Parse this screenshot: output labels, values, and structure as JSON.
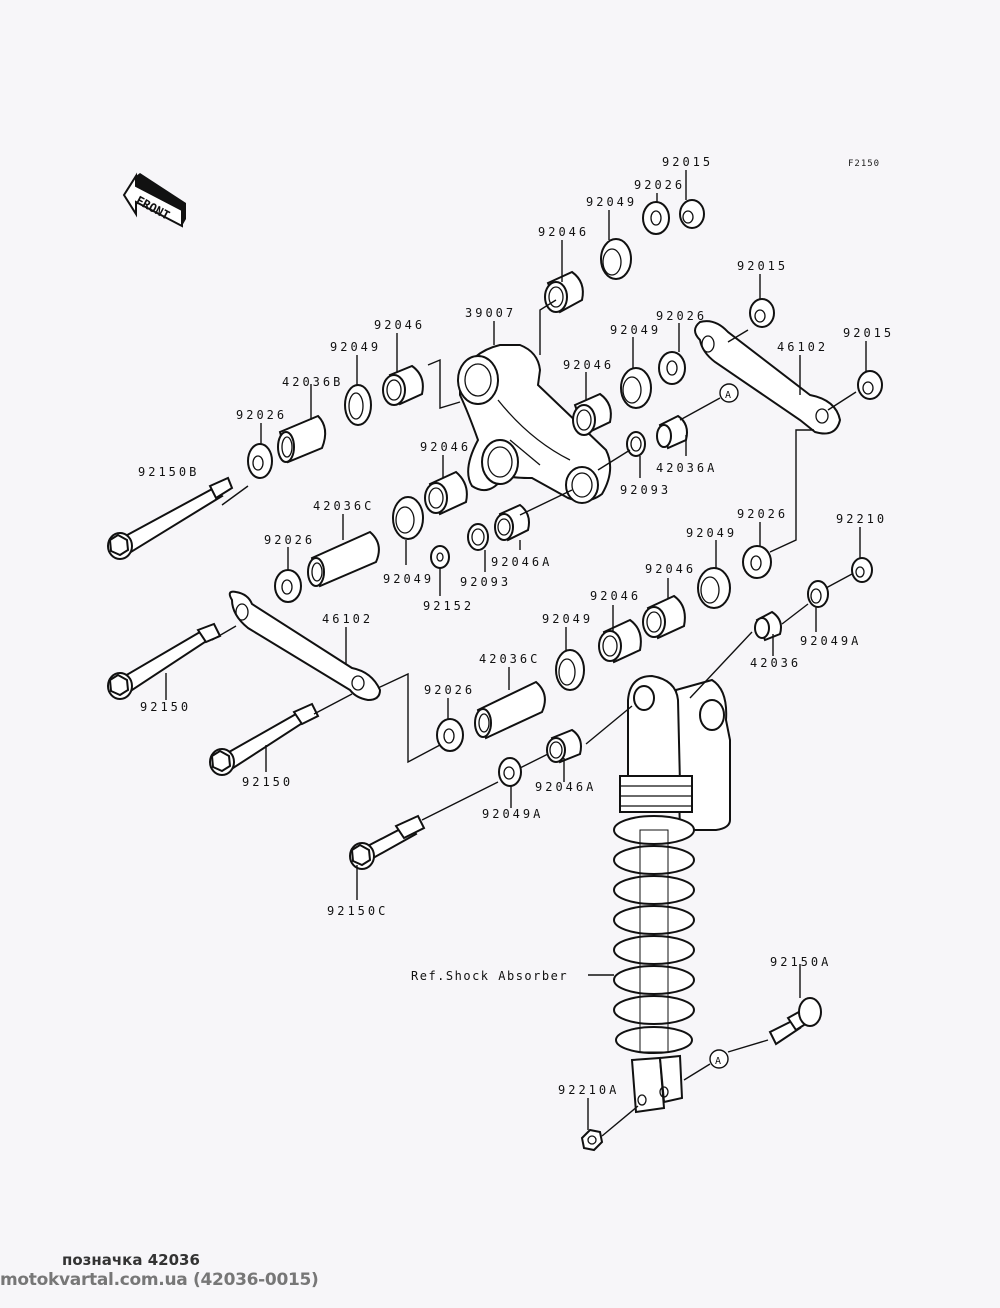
{
  "diagram": {
    "code": "F2150",
    "front_label": "FRONT",
    "ref_marker": "A",
    "ref_text": "Ref.Shock Absorber",
    "labels": {
      "p92015_top": "92015",
      "p92026_top": "92026",
      "p92049_top": "92049",
      "p92046_top": "92046",
      "p92015_mid": "92015",
      "p92015_right": "92015",
      "p39007": "39007",
      "p92046_left": "92046",
      "p92049_left": "92049",
      "p42036B": "42036B",
      "p92026_left": "92026",
      "p92150B": "92150B",
      "p92026_mid": "92026",
      "p92049_mid": "92049",
      "p92046_mid": "92046",
      "p46102_top": "46102",
      "p42036A": "42036A",
      "p92093_a": "92093",
      "p92046_c": "92046",
      "p42036C_a": "42036C",
      "p92026_c": "92026",
      "p92049_c": "92049",
      "p92152": "92152",
      "p92093_b": "92093",
      "p92046A_a": "92046A",
      "p92026_r": "92026",
      "p92049_r": "92049",
      "p92210": "92210",
      "p92046_r": "92046",
      "p92049_d": "92049",
      "p92046_d": "92046",
      "p92049A_r": "92049A",
      "p42036": "42036",
      "p46102_low": "46102",
      "p92150_a": "92150",
      "p92026_low": "92026",
      "p42036C_b": "42036C",
      "p92150_b": "92150",
      "p92046A_b": "92046A",
      "p92049A_b": "92049A",
      "p92150C": "92150C",
      "p92150A": "92150A",
      "p92210A": "92210A"
    }
  },
  "footer": {
    "caption": "позначка 42036",
    "source": "motokvartal.com.ua (42036-0015)"
  }
}
